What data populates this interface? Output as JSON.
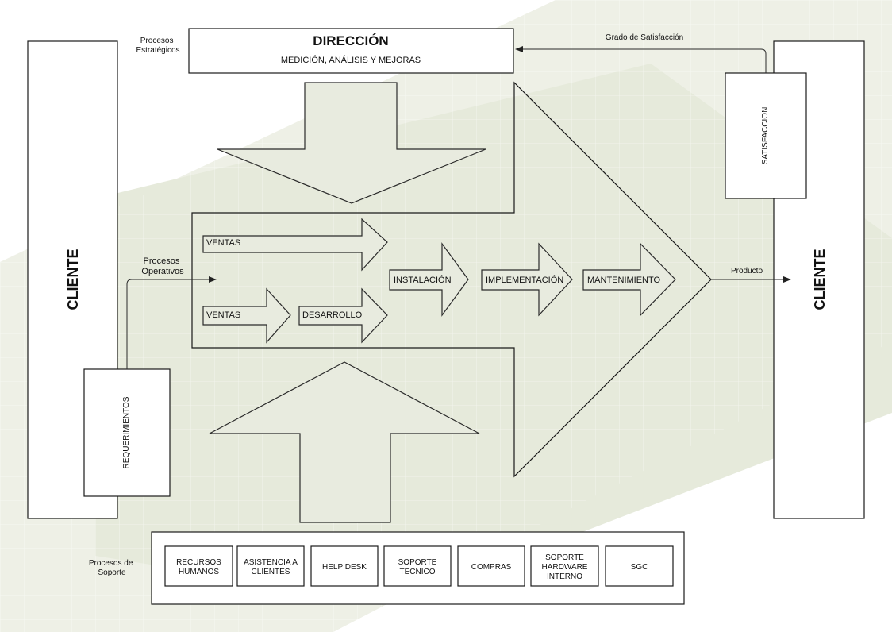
{
  "cliente_left": "CLIENTE",
  "cliente_right": "CLIENTE",
  "direccion": {
    "title": "DIRECCIÓN",
    "subtitle": "MEDICIÓN, ANÁLISIS Y MEJORAS"
  },
  "procesos_estrategicos": [
    "Procesos",
    "Estratégicos"
  ],
  "procesos_operativos": [
    "Procesos",
    "Operativos"
  ],
  "procesos_soporte": [
    "Procesos de",
    "Soporte"
  ],
  "grado_satisfaccion": "Grado de Satisfacción",
  "satisfaccion": "SATISFACCION",
  "requerimientos": "REQUERIMIENTOS",
  "producto": "Producto",
  "operative_steps": {
    "ventas_top": "VENTAS",
    "ventas_bottom": "VENTAS",
    "desarrollo": "DESARROLLO",
    "instalacion": "INSTALACIÓN",
    "implementacion": "IMPLEMENTACIÓN",
    "mantenimiento": "MANTENIMIENTO"
  },
  "support": [
    [
      "RECURSOS",
      "HUMANOS"
    ],
    [
      "ASISTENCIA A",
      "CLIENTES"
    ],
    [
      "HELP DESK"
    ],
    [
      "SOPORTE",
      "TECNICO"
    ],
    [
      "COMPRAS"
    ],
    [
      "SOPORTE",
      "HARDWARE",
      "INTERNO"
    ],
    [
      "SGC"
    ]
  ],
  "colors": {
    "arrow_fill": "#e8ebdf",
    "background_band": "#e6eadb",
    "grid": "#ffffff"
  }
}
